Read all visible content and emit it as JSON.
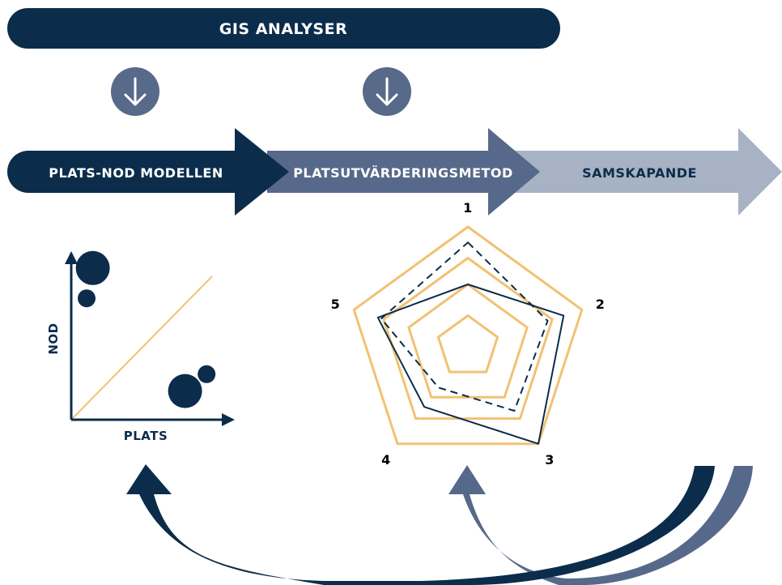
{
  "header": {
    "title": "GIS ANALYSER"
  },
  "process": {
    "steps": [
      {
        "label": "PLATS-NOD MODELLEN"
      },
      {
        "label": "PLATSUTVÄRDERINGSMETOD"
      },
      {
        "label": "SAMSKAPANDE"
      }
    ]
  },
  "node_place_chart": {
    "xlabel": "PLATS",
    "ylabel": "NOD"
  },
  "radar_chart": {
    "axes": [
      "1",
      "2",
      "3",
      "4",
      "5"
    ]
  },
  "colors": {
    "navy": "#0b2d4b",
    "slate": "#57698a",
    "light_slate": "#a7b2c5",
    "gold": "#f2c173",
    "icon_circle": "#586a89",
    "white": "#ffffff"
  },
  "icons": {
    "down_arrow": "arrow-down-icon"
  },
  "chart_data": [
    {
      "type": "scatter",
      "xlabel": "PLATS",
      "ylabel": "NOD",
      "grid": false,
      "diagonal_balance_line": true,
      "points": [
        {
          "x": 0.14,
          "y": 0.9,
          "size": 3
        },
        {
          "x": 0.1,
          "y": 0.72,
          "size": 1
        },
        {
          "x": 0.74,
          "y": 0.17,
          "size": 3
        },
        {
          "x": 0.88,
          "y": 0.27,
          "size": 1
        }
      ]
    },
    {
      "type": "radar",
      "axes": [
        "1",
        "2",
        "3",
        "4",
        "5"
      ],
      "max": 1,
      "rings": [
        0.26,
        0.52,
        0.74,
        1.0
      ],
      "series": [
        {
          "style": "solid",
          "values": [
            0.52,
            0.84,
            1.0,
            0.62,
            0.79
          ]
        },
        {
          "style": "dashed",
          "values": [
            0.87,
            0.7,
            0.66,
            0.42,
            0.76
          ]
        }
      ]
    }
  ]
}
